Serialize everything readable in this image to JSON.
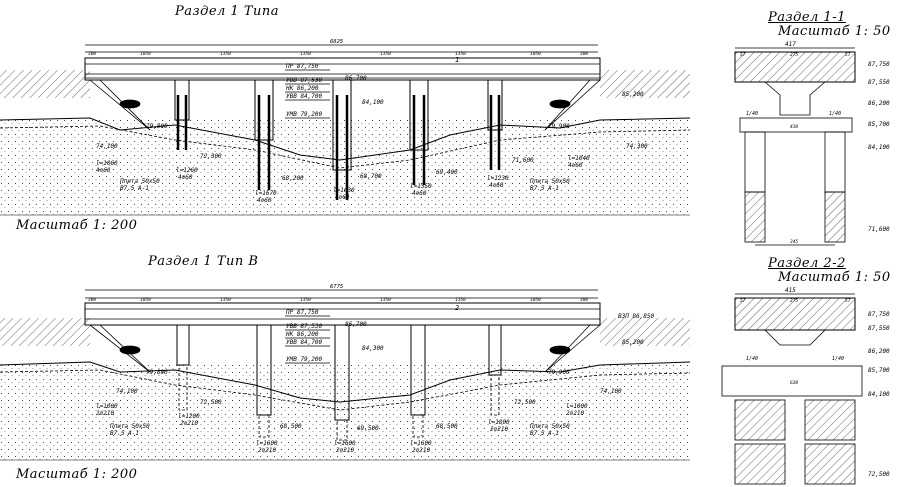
{
  "top": {
    "title": "Раздел 1 Типа",
    "scale": "Масштаб 1: 200",
    "total_length": "6825",
    "spans": [
      "300",
      "1050",
      "1350",
      "1350",
      "1350",
      "1350",
      "1050",
      "300"
    ],
    "levels": {
      "pr": "ПР 87,750",
      "uvv": "УВВ 87,530",
      "nk": "НК 86,200",
      "uvb": "УВВ 84,700",
      "umv": "УМВ 79,200"
    },
    "mid_marks": [
      "86,700",
      "84,100"
    ],
    "right_mark": "85,200",
    "left_piles": [
      "l=1060",
      "4⌀60"
    ],
    "left_mark": "79,800",
    "left_bottom": "74,100",
    "left_cone": "Плита 50x50",
    "left_cone2": "В7.5 А-1",
    "pier_marks": [
      "72,300",
      "68,200",
      "68,700",
      "69,400",
      "71,600"
    ],
    "piles": [
      [
        "l=1260",
        "4⌀60"
      ],
      [
        "l=1670",
        "4⌀60"
      ],
      [
        "l=1630",
        "4⌀60"
      ],
      [
        "l=1550",
        "4⌀60"
      ],
      [
        "l=1230",
        "4⌀60"
      ]
    ],
    "right_piles": [
      "l=1040",
      "4⌀60"
    ],
    "right_mark2": "79,900",
    "right_bottom": "74,300",
    "right_cone": "Плита 50x50",
    "right_cone2": "В7.5 А-1",
    "section_mark": "1"
  },
  "bottom": {
    "title": "Раздел 1 Тип В",
    "scale": "Масштаб 1: 200",
    "total_length": "6775",
    "spans": [
      "300",
      "1050",
      "1350",
      "1350",
      "1350",
      "1350",
      "1050",
      "300"
    ],
    "levels": {
      "pr": "ПР 87,750",
      "uvv": "УВВ 87,530",
      "nk": "НК 86,200",
      "uvb": "УВВ 84,700",
      "umv": "УМВ 79,200"
    },
    "mid_marks": [
      "86,700",
      "84,300"
    ],
    "right_mark": "85,200",
    "vzp": "ВЗП 86,850",
    "left_mark": "79,800",
    "left_bottom": "74,100",
    "left_piles": [
      "l=1000",
      "2⌀210"
    ],
    "left_cone": "Плита 50x50",
    "left_cone2": "В7.5 А-1",
    "pier_marks": [
      "72,500",
      "68,500",
      "69,500",
      "68,500",
      "72,500"
    ],
    "piles": [
      [
        "l=1200",
        "2⌀210"
      ],
      [
        "l=1600",
        "2⌀210"
      ],
      [
        "l=1600",
        "2⌀210"
      ],
      [
        "l=1600",
        "2⌀210"
      ],
      [
        "l=1800",
        "2⌀210"
      ]
    ],
    "right_piles": [
      "l=1000",
      "2⌀210"
    ],
    "right_mark2": "79,900",
    "right_bottom": "74,100",
    "right_cone": "Плита 50x50",
    "right_cone2": "В7.5 А-1",
    "section_mark": "2"
  },
  "sec1": {
    "title": "Раздел 1-1",
    "scale": "Масштаб 1: 50",
    "width": "417",
    "marks": [
      "87,750",
      "87,550",
      "86,200",
      "85,700",
      "84,100",
      "71,600"
    ],
    "dims": [
      "57",
      "275",
      "57",
      "1/40",
      "1/40",
      "430",
      "345"
    ]
  },
  "sec2": {
    "title": "Раздел 2-2",
    "scale": "Масштаб 1: 50",
    "width": "415",
    "marks": [
      "87,750",
      "87,550",
      "86,200",
      "85,700",
      "84,100",
      "72,500"
    ],
    "dims": [
      "57",
      "275",
      "57",
      "1/40",
      "1/40",
      "620"
    ]
  }
}
